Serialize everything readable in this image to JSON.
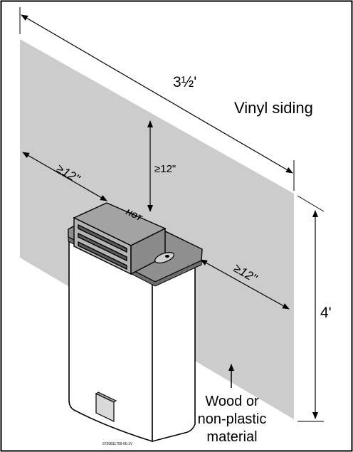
{
  "diagram": {
    "labels": {
      "width": "3½'",
      "siding": "Vinyl siding",
      "clear_left": "≥12\"",
      "clear_top": "≥12\"",
      "clear_right": "≥12\"",
      "height": "4'",
      "material_line1": "Wood or",
      "material_line2": "non-plastic",
      "material_line3": "material",
      "hot_tag": "HOT",
      "figure_code": "6720811759-06.1V"
    },
    "colors": {
      "panel": "#cccccc",
      "unit_body": "#ffffff",
      "unit_top": "#8f8f8f",
      "outline": "#000000"
    }
  }
}
